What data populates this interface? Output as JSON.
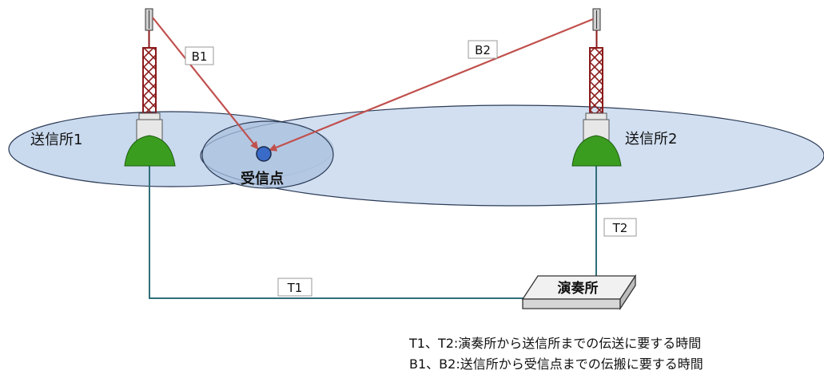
{
  "stations": {
    "station1": "送信所1",
    "station2": "送信所2",
    "receiver": "受信点",
    "studio": "演奏所"
  },
  "labels": {
    "b1": "B1",
    "b2": "B2",
    "t1": "T1",
    "t2": "T2"
  },
  "legend": {
    "line1": "T1、T2:演奏所から送信所までの伝送に要する時間",
    "line2": "B1、B2:送信所から受信点までの伝搬に要する時間"
  },
  "colors": {
    "coverage_fill": "#c9d9ee",
    "coverage_stroke": "#2b3a55",
    "arrow": "#c0504d",
    "cable": "#2f6f7a",
    "antenna_green": "#3a9d1f",
    "receiver_dot": "#3a6bc9"
  }
}
